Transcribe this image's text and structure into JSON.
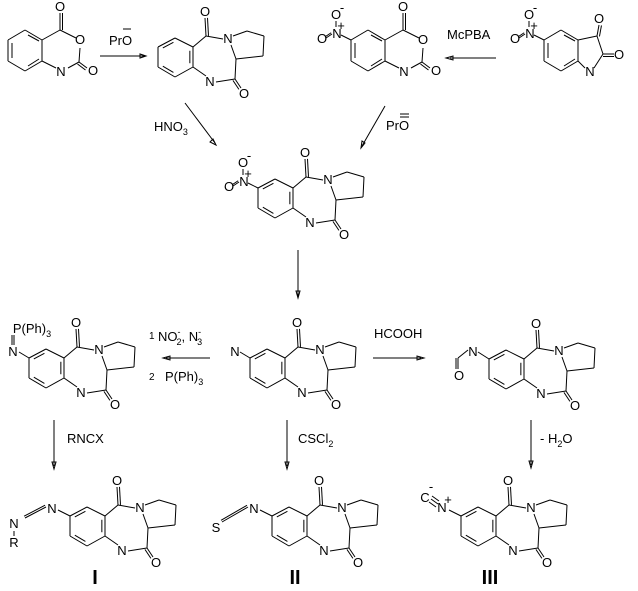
{
  "title": "Synthesis of 7-substituted pyrrolo[2,1-c][1,4]benzodiazepine-5,11-diones",
  "colors": {
    "ink": "#000000",
    "background": "#ffffff"
  },
  "reagents": {
    "proline_1": {
      "text": "PrO",
      "charge": "−"
    },
    "hno3": {
      "text": "HNO",
      "sub": "3"
    },
    "mcpba": {
      "text": "McPBA"
    },
    "proline_2": {
      "text": "PrO",
      "charge": "="
    },
    "staudinger_1": {
      "step": "1",
      "text_a": "NO",
      "sub_a": "2",
      "sup_a": "-",
      "sep": ", ",
      "text_b": "N",
      "sub_b": "3",
      "sup_b": "-"
    },
    "staudinger_2": {
      "step": "2",
      "text": "P(Ph)",
      "sub": "3"
    },
    "hcooh": {
      "text": "HCOOH"
    },
    "rncx": {
      "text": "RNCX"
    },
    "cscl2": {
      "text": "CSCl",
      "sub": "2"
    },
    "dehydration": {
      "text": "- H",
      "sub": "2",
      "tail": "O"
    }
  },
  "atoms": {
    "O": "O",
    "N": "N",
    "S": "S",
    "C": "C",
    "R": "R",
    "nitro_plus": "+",
    "nitro_minus": "-",
    "iso_plus": "+",
    "iso_minus": "-",
    "pph3": "P(Ph)",
    "pph3_sub": "3"
  },
  "compound_labels": [
    "I",
    "II",
    "III"
  ]
}
